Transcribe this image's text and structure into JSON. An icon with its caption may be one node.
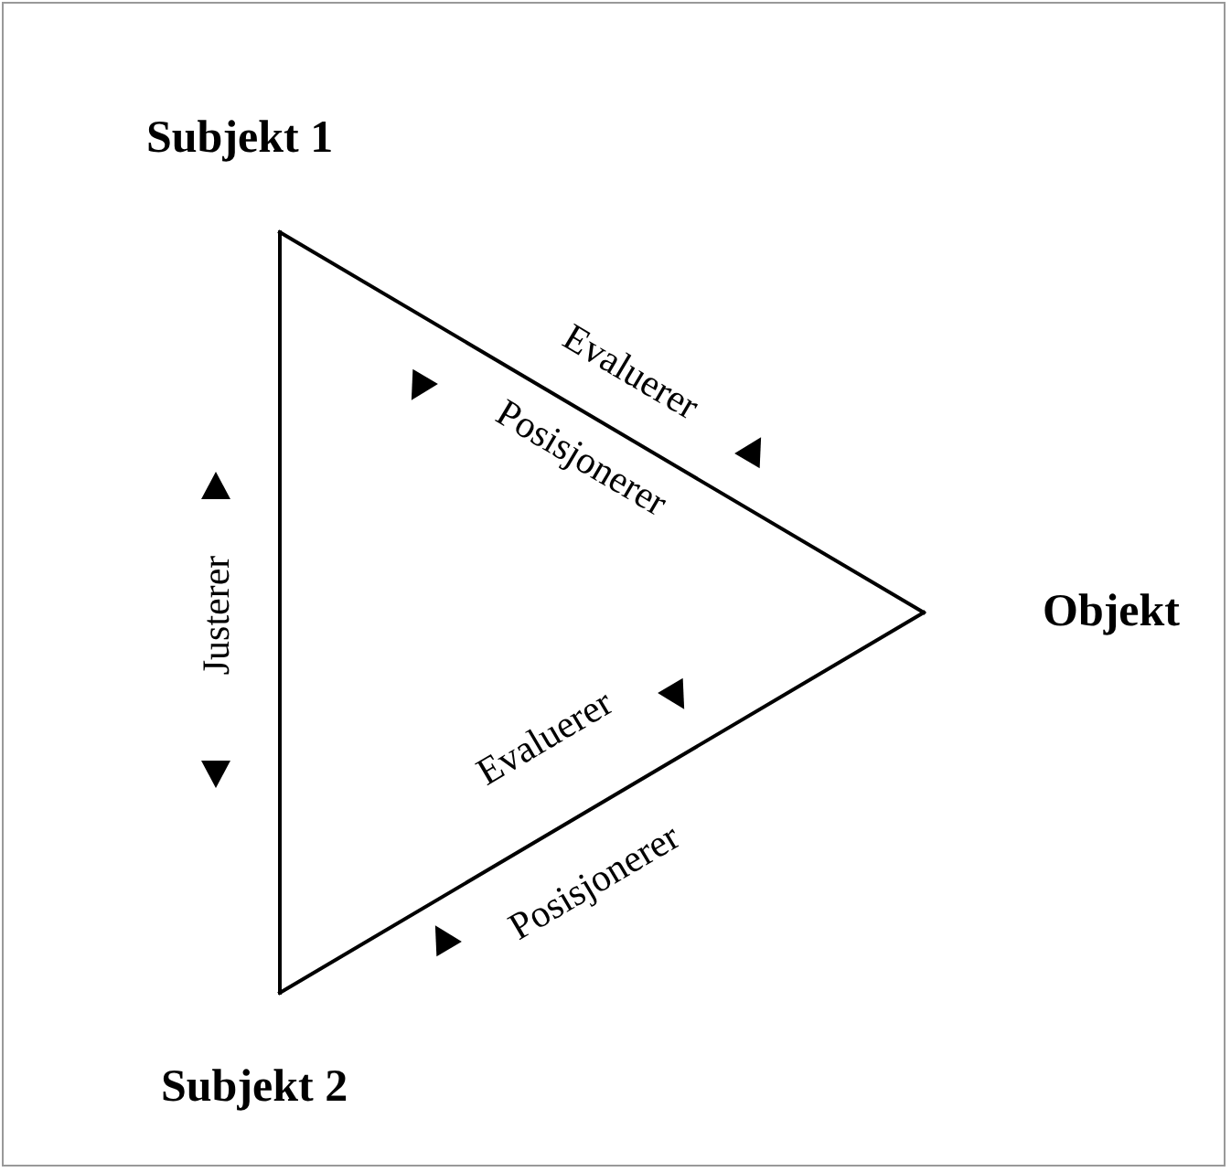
{
  "diagram": {
    "nodes": [
      {
        "text": [
          "Subjekt 1"
        ]
      },
      {
        "text": [
          "Objekt"
        ]
      },
      {
        "text": [
          "Subjekt 2"
        ]
      }
    ],
    "edges": [
      {
        "from": 0,
        "to": 1,
        "arrow": "none"
      },
      {
        "from": 0,
        "to": 2,
        "arrow": "none"
      },
      {
        "from": 2,
        "to": 1,
        "arrow": "none"
      }
    ],
    "labels": [
      "Evaluerer",
      "Posisjonerer",
      "Justerer",
      "Evaluerer",
      "Posisjonerer"
    ]
  }
}
